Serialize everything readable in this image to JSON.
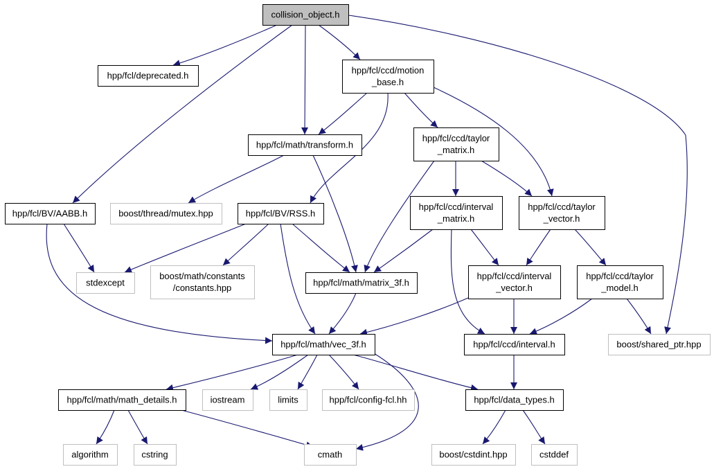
{
  "nodes": [
    {
      "id": "collision_object",
      "lines": [
        "collision_object.h"
      ],
      "kind": "root"
    },
    {
      "id": "deprecated",
      "lines": [
        "hpp/fcl/deprecated.h"
      ],
      "kind": "internal"
    },
    {
      "id": "motion_base",
      "lines": [
        "hpp/fcl/ccd/motion",
        "_base.h"
      ],
      "kind": "internal"
    },
    {
      "id": "transform",
      "lines": [
        "hpp/fcl/math/transform.h"
      ],
      "kind": "internal"
    },
    {
      "id": "taylor_matrix",
      "lines": [
        "hpp/fcl/ccd/taylor",
        "_matrix.h"
      ],
      "kind": "internal"
    },
    {
      "id": "aabb",
      "lines": [
        "hpp/fcl/BV/AABB.h"
      ],
      "kind": "internal"
    },
    {
      "id": "mutex",
      "lines": [
        "boost/thread/mutex.hpp"
      ],
      "kind": "external"
    },
    {
      "id": "rss",
      "lines": [
        "hpp/fcl/BV/RSS.h"
      ],
      "kind": "internal"
    },
    {
      "id": "interval_matrix",
      "lines": [
        "hpp/fcl/ccd/interval",
        "_matrix.h"
      ],
      "kind": "internal"
    },
    {
      "id": "taylor_vector",
      "lines": [
        "hpp/fcl/ccd/taylor",
        "_vector.h"
      ],
      "kind": "internal"
    },
    {
      "id": "stdexcept",
      "lines": [
        "stdexcept"
      ],
      "kind": "external"
    },
    {
      "id": "constants",
      "lines": [
        "boost/math/constants",
        "/constants.hpp"
      ],
      "kind": "external"
    },
    {
      "id": "matrix_3f",
      "lines": [
        "hpp/fcl/math/matrix_3f.h"
      ],
      "kind": "internal"
    },
    {
      "id": "interval_vector",
      "lines": [
        "hpp/fcl/ccd/interval",
        "_vector.h"
      ],
      "kind": "internal"
    },
    {
      "id": "taylor_model",
      "lines": [
        "hpp/fcl/ccd/taylor",
        "_model.h"
      ],
      "kind": "internal"
    },
    {
      "id": "vec_3f",
      "lines": [
        "hpp/fcl/math/vec_3f.h"
      ],
      "kind": "internal"
    },
    {
      "id": "interval",
      "lines": [
        "hpp/fcl/ccd/interval.h"
      ],
      "kind": "internal"
    },
    {
      "id": "shared_ptr",
      "lines": [
        "boost/shared_ptr.hpp"
      ],
      "kind": "external"
    },
    {
      "id": "math_details",
      "lines": [
        "hpp/fcl/math/math_details.h"
      ],
      "kind": "internal"
    },
    {
      "id": "iostream",
      "lines": [
        "iostream"
      ],
      "kind": "external"
    },
    {
      "id": "limits",
      "lines": [
        "limits"
      ],
      "kind": "external"
    },
    {
      "id": "config_fcl",
      "lines": [
        "hpp/fcl/config-fcl.hh"
      ],
      "kind": "external"
    },
    {
      "id": "data_types",
      "lines": [
        "hpp/fcl/data_types.h"
      ],
      "kind": "internal"
    },
    {
      "id": "algorithm",
      "lines": [
        "algorithm"
      ],
      "kind": "external"
    },
    {
      "id": "cstring",
      "lines": [
        "cstring"
      ],
      "kind": "external"
    },
    {
      "id": "cmath",
      "lines": [
        "cmath"
      ],
      "kind": "external"
    },
    {
      "id": "cstdint",
      "lines": [
        "boost/cstdint.hpp"
      ],
      "kind": "external"
    },
    {
      "id": "cstddef",
      "lines": [
        "cstddef"
      ],
      "kind": "external"
    }
  ],
  "edges": [
    {
      "from": "collision_object",
      "to": "deprecated"
    },
    {
      "from": "collision_object",
      "to": "motion_base"
    },
    {
      "from": "collision_object",
      "to": "transform"
    },
    {
      "from": "collision_object",
      "to": "aabb"
    },
    {
      "from": "collision_object",
      "to": "shared_ptr"
    },
    {
      "from": "motion_base",
      "to": "transform"
    },
    {
      "from": "motion_base",
      "to": "taylor_matrix"
    },
    {
      "from": "motion_base",
      "to": "taylor_vector"
    },
    {
      "from": "motion_base",
      "to": "rss"
    },
    {
      "from": "transform",
      "to": "mutex"
    },
    {
      "from": "transform",
      "to": "matrix_3f"
    },
    {
      "from": "taylor_matrix",
      "to": "interval_matrix"
    },
    {
      "from": "taylor_matrix",
      "to": "taylor_vector"
    },
    {
      "from": "taylor_matrix",
      "to": "matrix_3f"
    },
    {
      "from": "aabb",
      "to": "stdexcept"
    },
    {
      "from": "aabb",
      "to": "vec_3f"
    },
    {
      "from": "rss",
      "to": "stdexcept"
    },
    {
      "from": "rss",
      "to": "constants"
    },
    {
      "from": "rss",
      "to": "matrix_3f"
    },
    {
      "from": "rss",
      "to": "vec_3f"
    },
    {
      "from": "interval_matrix",
      "to": "matrix_3f"
    },
    {
      "from": "interval_matrix",
      "to": "interval_vector"
    },
    {
      "from": "interval_matrix",
      "to": "interval"
    },
    {
      "from": "taylor_vector",
      "to": "interval_vector"
    },
    {
      "from": "taylor_vector",
      "to": "taylor_model"
    },
    {
      "from": "matrix_3f",
      "to": "vec_3f"
    },
    {
      "from": "interval_vector",
      "to": "vec_3f"
    },
    {
      "from": "interval_vector",
      "to": "interval"
    },
    {
      "from": "taylor_model",
      "to": "interval"
    },
    {
      "from": "taylor_model",
      "to": "shared_ptr"
    },
    {
      "from": "vec_3f",
      "to": "math_details"
    },
    {
      "from": "vec_3f",
      "to": "iostream"
    },
    {
      "from": "vec_3f",
      "to": "limits"
    },
    {
      "from": "vec_3f",
      "to": "config_fcl"
    },
    {
      "from": "vec_3f",
      "to": "data_types"
    },
    {
      "from": "vec_3f",
      "to": "cmath"
    },
    {
      "from": "interval",
      "to": "data_types"
    },
    {
      "from": "math_details",
      "to": "algorithm"
    },
    {
      "from": "math_details",
      "to": "cstring"
    },
    {
      "from": "math_details",
      "to": "cmath"
    },
    {
      "from": "data_types",
      "to": "cstdint"
    },
    {
      "from": "data_types",
      "to": "cstddef"
    }
  ],
  "colors": {
    "edge": "#191970",
    "root_fill": "#bfbfbf",
    "internal_border": "#000000",
    "external_border": "#bfbfbf"
  }
}
